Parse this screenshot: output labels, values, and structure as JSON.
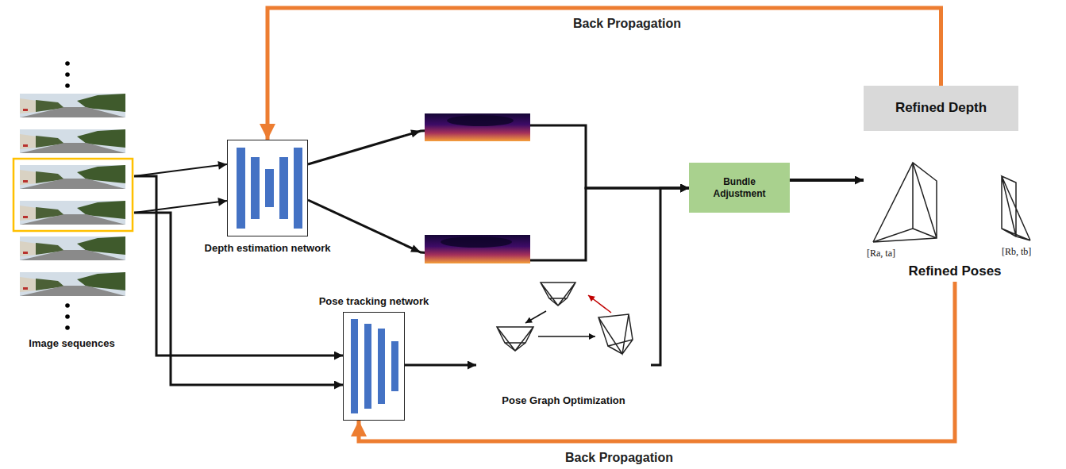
{
  "diagram": {
    "nodes": [
      {
        "text": [
          "Image sequences"
        ]
      },
      {
        "text": [
          "Depth estimation network"
        ]
      },
      {
        "text": [
          "Pose tracking network"
        ]
      },
      {
        "text": [
          "Pose Graph Optimization"
        ]
      },
      {
        "text": [
          "Bundle Adjustment"
        ]
      },
      {
        "text": [
          "Refined Depth"
        ]
      },
      {
        "text": [
          "Refined Poses"
        ]
      }
    ],
    "edges": [
      {
        "from": 0,
        "to": 1,
        "arrow": "to"
      },
      {
        "from": 0,
        "to": 1,
        "arrow": "to"
      },
      {
        "from": 0,
        "to": 2,
        "arrow": "to"
      },
      {
        "from": 0,
        "to": 2,
        "arrow": "to"
      },
      {
        "from": 1,
        "to": 4,
        "arrow": "to"
      },
      {
        "from": 1,
        "to": 4,
        "arrow": "to"
      },
      {
        "from": 2,
        "to": 3,
        "arrow": "to"
      },
      {
        "from": 3,
        "to": 4,
        "arrow": "to"
      },
      {
        "from": 4,
        "to": 6,
        "arrow": "to"
      },
      {
        "from": 5,
        "to": 1,
        "arrow": "to",
        "label": "Back Propagation"
      },
      {
        "from": 6,
        "to": 2,
        "arrow": "to",
        "label": "Back Propagation"
      }
    ],
    "labels": [
      "[Ra, ta]",
      "[Rb, tb]"
    ]
  }
}
